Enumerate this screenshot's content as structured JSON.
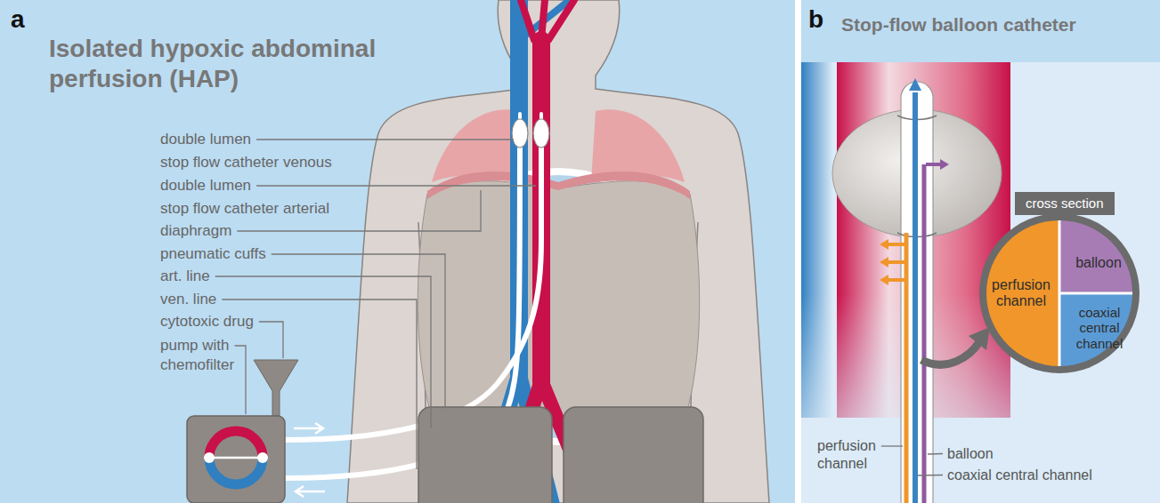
{
  "diagram": {
    "nodes": [
      {
        "text": [
          "cross section"
        ]
      },
      {
        "text": [
          "perfusion channel"
        ],
        "in": 0
      },
      {
        "text": [
          "balloon"
        ],
        "in": 0
      },
      {
        "text": [
          "coaxial central channel"
        ],
        "in": 0
      }
    ],
    "labels": [
      "a",
      "Isolated hypoxic abdominal perfusion (HAP)",
      "double lumen",
      "stop flow catheter venous",
      "double lumen",
      "stop flow catheter arterial",
      "diaphragm",
      "pneumatic cuffs",
      "art. line",
      "ven. line",
      "cytotoxic drug",
      "pump with chemofilter",
      "b",
      "Stop-flow balloon catheter",
      "perfusion channel",
      "balloon",
      "coaxial central channel"
    ]
  }
}
